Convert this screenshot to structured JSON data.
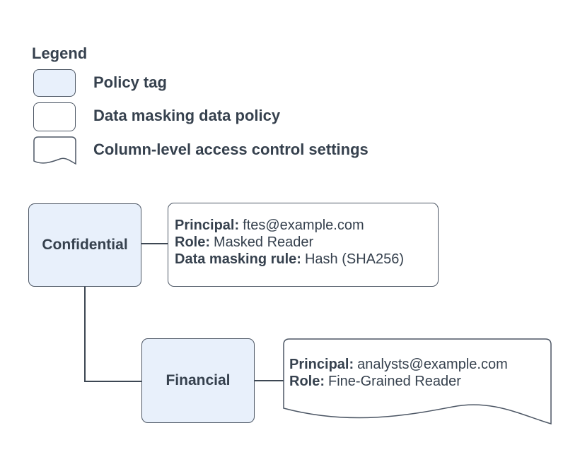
{
  "colors": {
    "policy_tag_fill": "#e8f0fb",
    "box_border": "#4d5765",
    "connector": "#3d4753",
    "text": "#36414e",
    "bg": "#ffffff"
  },
  "legend": {
    "title": "Legend",
    "items": [
      {
        "id": "policy-tag",
        "label": "Policy tag"
      },
      {
        "id": "data-masking-policy",
        "label": "Data masking data policy"
      },
      {
        "id": "column-acl",
        "label": "Column-level access control settings"
      }
    ]
  },
  "diagram": {
    "policy_tags": {
      "confidential": "Confidential",
      "financial": "Financial"
    },
    "masking_policy": {
      "lines": [
        {
          "label": "Principal:",
          "value": "ftes@example.com"
        },
        {
          "label": "Role:",
          "value": "Masked Reader"
        },
        {
          "label": "Data masking rule:",
          "value": "Hash (SHA256)"
        }
      ]
    },
    "acl_settings": {
      "lines": [
        {
          "label": "Principal:",
          "value": "analysts@example.com"
        },
        {
          "label": "Role:",
          "value": "Fine-Grained Reader"
        }
      ]
    }
  }
}
